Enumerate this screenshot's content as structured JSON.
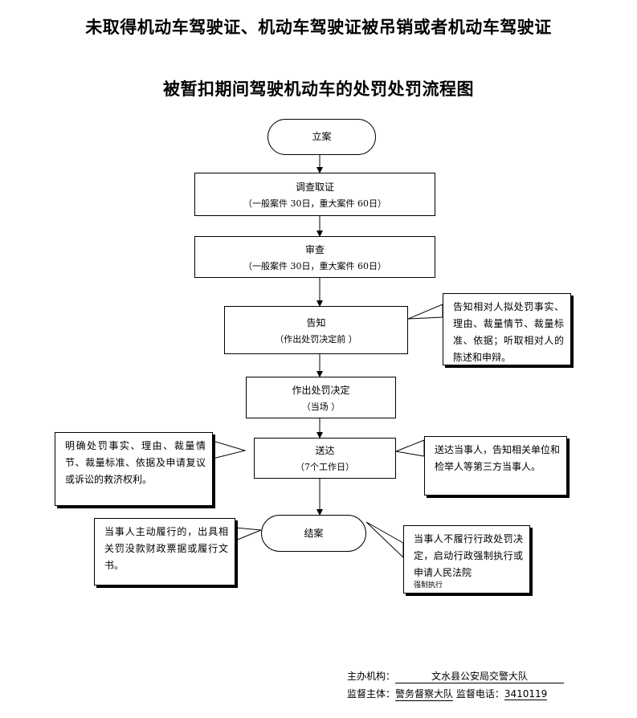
{
  "title": {
    "line1": "未取得机动车驾驶证、机动车驾驶证被吊销或者机动车驾驶证",
    "line2": "被暂扣期间驾驶机动车的处罚处罚流程图"
  },
  "steps": {
    "li_an": "立案",
    "diaocha": {
      "label": "调查取证",
      "sub": "（一般案件 30日，重大案件 60日）"
    },
    "shencha": {
      "label": "审查",
      "sub": "（一般案件 30日，重大案件 60日）"
    },
    "gaozhi": {
      "label": "告知",
      "sub": "（作出处罚决定前 ）"
    },
    "jueding": {
      "label": "作出处罚决定",
      "sub": "（当场 ）"
    },
    "songda": {
      "label": "送达",
      "sub": "（7个工作日）"
    },
    "jiean": "结案"
  },
  "notes": {
    "gaozhi_note": "告知相对人拟处罚事实、理由、裁量情节、裁量标准、依据；听取相对人的陈述和申辩。",
    "songda_left": "明确处罚事实、理由、裁量情节、裁量标准、依据及申请复议或诉讼的救济权利。",
    "songda_right": "送达当事人，告知相关单位和检举人等第三方当事人。",
    "jiean_left": "当事人主动履行的，出具相关罚没款财政票据或履行文书。",
    "jiean_right": "当事人不履行行政处罚决定，启动行政强制执行或申请人民法院",
    "jiean_right_small": "强制执行"
  },
  "footer": {
    "org_label": "主办机构：",
    "org_value": "文水县公安局交警大队",
    "sup_label": "监督主体：",
    "sup_value": "警务督察大队",
    "phone_label": "监督电话：",
    "phone_value": "3410119"
  }
}
